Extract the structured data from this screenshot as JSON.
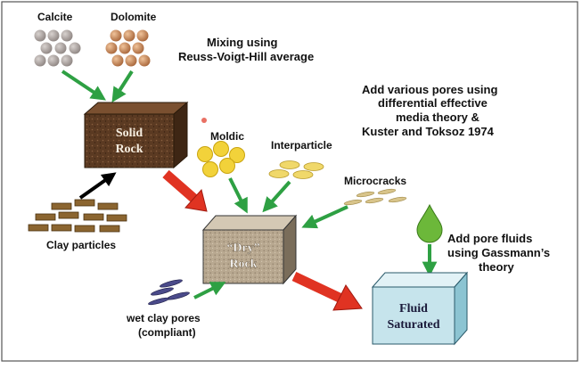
{
  "labels": {
    "calcite": "Calcite",
    "dolomite": "Dolomite",
    "mixing_line1": "Mixing using",
    "mixing_line2": "Reuss-Voigt-Hill average",
    "pores_line1": "Add various pores using",
    "pores_line2": "differential effective",
    "pores_line3": "media theory &",
    "pores_line4": "Kuster and Toksoz 1974",
    "solid_line1": "Solid",
    "solid_line2": "Rock",
    "moldic": "Moldic",
    "interparticle": "Interparticle",
    "microcracks": "Microcracks",
    "clay_particles": "Clay particles",
    "dry_line1": "“Dry”",
    "dry_line2": "Rock",
    "fluids_line1": "Add pore fluids",
    "fluids_line2": "using Gassmann’s",
    "fluids_line3": "theory",
    "wetclay_line1": "wet clay pores",
    "wetclay_line2": "(compliant)",
    "fluid_line1": "Fluid",
    "fluid_line2": "Saturated"
  },
  "colors": {
    "green_arrow": "#2ea043",
    "red_arrow": "#e03322",
    "calcite_grain": "#a39a96",
    "dolomite_grain": "#c98a58",
    "moldic_pore": "#f2d23a",
    "interparticle_pore": "#f0d86a",
    "microcrack": "#d8c48a",
    "clay_brick": "#8b6530",
    "solid_rock": "#5b3a22",
    "dry_rock": "#b8a890",
    "fluid_box": "#c6e4ec",
    "fluid_drop": "#6cb83a",
    "wet_clay": "#4a4a8a"
  }
}
